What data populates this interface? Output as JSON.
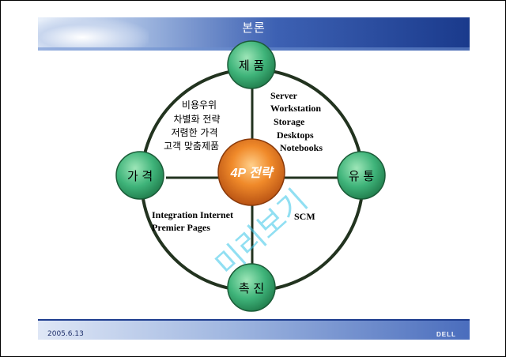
{
  "slide": {
    "title": "본론",
    "date": "2005.6.13",
    "logo": "DELL"
  },
  "diagram": {
    "center": "4P 전략",
    "nodes": {
      "top": "제 품",
      "left": "가 격",
      "right": "유 통",
      "bottom": "촉 진"
    },
    "price_points": [
      "비용우위",
      "차별화 전략",
      "저렴한 가격",
      "고객 맞춤제품"
    ],
    "product_lines": [
      "Server",
      "Workstation",
      "Storage",
      "Desktops",
      "Notebooks"
    ],
    "promotion_lines": [
      "Integration Internet",
      "Premier Pages"
    ],
    "distribution_label": "SCM"
  },
  "watermark": "미리보기",
  "colors": {
    "node_fill": "#33a06a",
    "ring": "#1f3b20",
    "center_fill": "#d2691e",
    "header_dark": "#1a3a8c"
  }
}
